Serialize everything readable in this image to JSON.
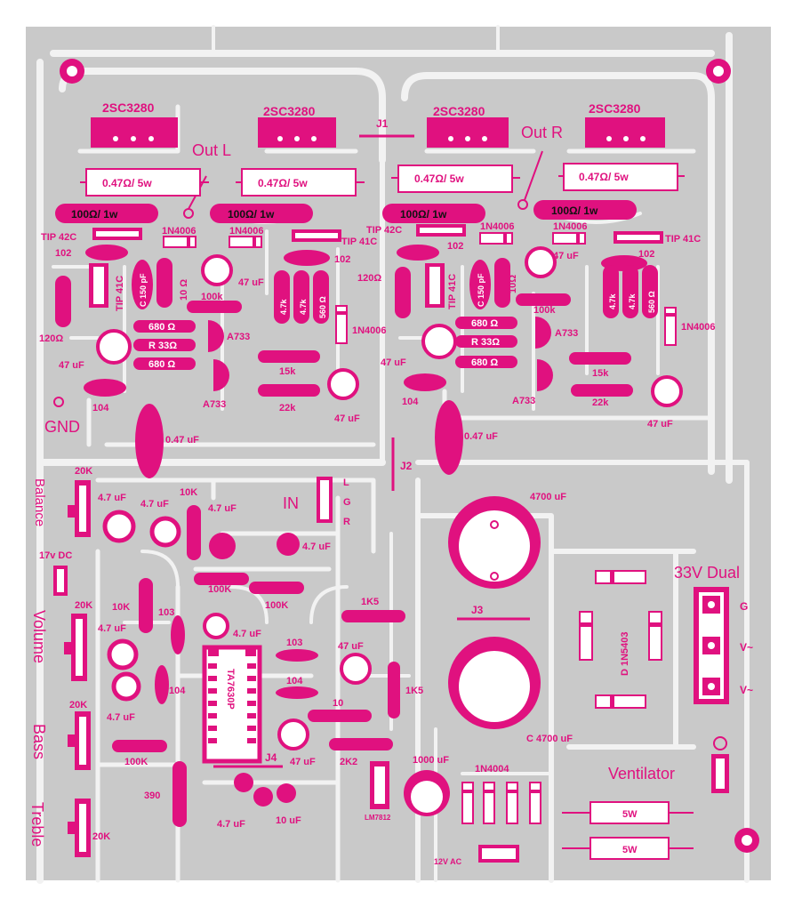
{
  "colors": {
    "copper": "#c9c9c9",
    "trace": "#f2f2f2",
    "silk": "#e0117f",
    "background": "#ffffff"
  },
  "labels": {
    "q1": "2SC3280",
    "q2": "2SC3280",
    "q3": "2SC3280",
    "q4": "2SC3280",
    "out_l": "Out L",
    "out_r": "Out R",
    "j1": "J1",
    "j2": "J2",
    "j3": "J3",
    "j4": "J4",
    "r047_1": "0.47Ω/ 5w",
    "r047_2": "0.47Ω/ 5w",
    "r047_3": "0.47Ω/ 5w",
    "r047_4": "0.47Ω/ 5w",
    "r100_1": "100Ω/ 1w",
    "r100_2": "100Ω/ 1w",
    "r100_3": "100Ω/ 1w",
    "r100_4": "100Ω/ 1w",
    "tip42c_l": "TIP 42C",
    "tip42c_r": "TIP 42C",
    "tip41c_l": "TIP 41C",
    "tip41c_r": "TIP 41C",
    "tip41c_v_l": "TIP 41C",
    "tip41c_v_r": "TIP 41C",
    "d1": "1N4006",
    "d2": "1N4006",
    "d3": "1N4006",
    "d4": "1N4006",
    "d5": "1N4006",
    "d6": "1N4006",
    "c102_1": "102",
    "c102_2": "102",
    "c102_3": "102",
    "c102_4": "102",
    "c150_l": "C 150 pF",
    "c150_r": "C 150 pF",
    "r10_l": "10 Ω",
    "r10_r": "10Ω",
    "c47_1": "47 uF",
    "c47_2": "47 uF",
    "c47_3": "47 uF",
    "c47_4": "47 uF",
    "c47_5": "47 uF",
    "c47_6": "47 uF",
    "r100k_1": "100k",
    "r100k_2": "100k",
    "r47k_1": "4.7k",
    "r47k_2": "4.7k",
    "r47k_3": "4.7k",
    "r47k_4": "4.7k",
    "r560_l": "560 Ω",
    "r560_r": "560 Ω",
    "r120_l": "120Ω",
    "r120_r": "120Ω",
    "r680_1": "680 Ω",
    "r680_2": "680 Ω",
    "r680_3": "680 Ω",
    "r680_4": "680 Ω",
    "r33_l": "R 33Ω",
    "r33_r": "R 33Ω",
    "a733_1": "A733",
    "a733_2": "A733",
    "a733_3": "A733",
    "a733_4": "A733",
    "r15k_l": "15k",
    "r15k_r": "15k",
    "r22k_l": "22k",
    "r22k_r": "22k",
    "c104_1": "104",
    "c104_2": "104",
    "c104_3": "104",
    "c047_l": "0.47 uF",
    "c047_r": "0.47 uF",
    "gnd": "GND",
    "pot_balance": "20K",
    "pot_volume": "20K",
    "pot_bass": "20K",
    "pot_treble": "20K",
    "side_balance": "Balance",
    "side_17v": "17v DC",
    "side_volume": "Volume",
    "side_bass": "Bass",
    "side_treble": "Treble",
    "c47u_1": "4.7 uF",
    "c47u_2": "4.7 uF",
    "c47u_3": "4.7 uF",
    "c47u_4": "4.7 uF",
    "c47u_5": "4.7 uF",
    "c47u_6": "4.7 uF",
    "c47u_7": "4.7 uF",
    "r10k_1": "10K",
    "r10k_2": "10K",
    "r100K_a": "100K",
    "r100K_b": "100K",
    "r100K_c": "100K",
    "c103_1": "103",
    "c103_2": "103",
    "c104_4": "104",
    "r1k5_1": "1K5",
    "r1k5_2": "1K5",
    "r10": "10",
    "r2k2": "2K2",
    "r390": "390",
    "c47uF_t": "47 uF",
    "c47uF_b": "47 uF",
    "c10u": "10 uF",
    "ic": "TA7630P",
    "in": "IN",
    "in_l": "L",
    "in_g": "G",
    "in_r": "R",
    "c4700_1": "4700 uF",
    "c4700_2": "C 4700 uF",
    "dual": "33V Dual",
    "dual_g": "G",
    "dual_v1": "V~",
    "dual_v2": "V~",
    "bridge": "D 1N5403",
    "c1000": "1000 uF",
    "lm7812": "LM7812",
    "d1n4004": "1N4004",
    "ac12": "12V AC",
    "vent": "Ventilator",
    "w5_1": "5W",
    "w5_2": "5W"
  }
}
